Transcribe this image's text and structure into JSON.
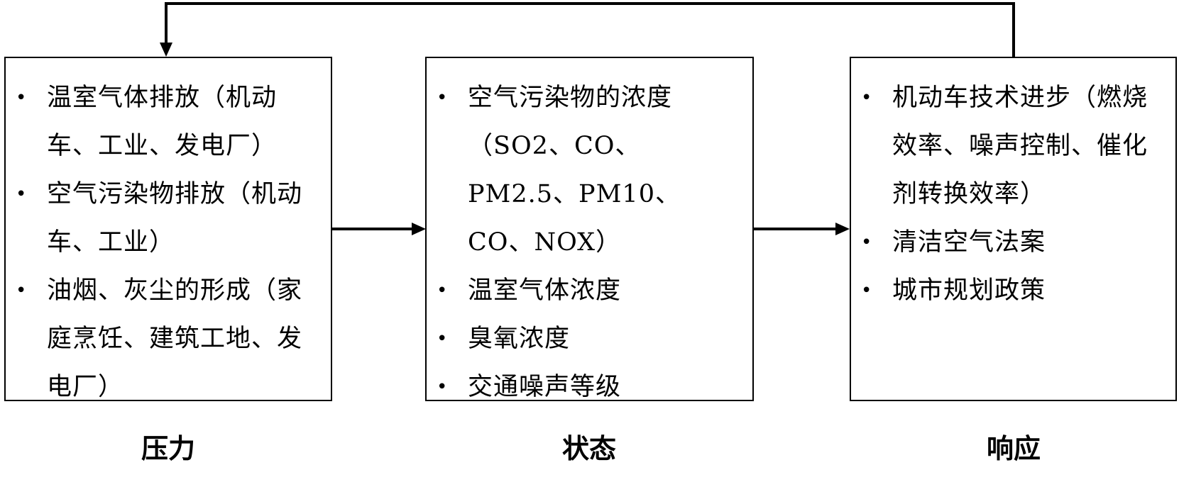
{
  "stages": [
    {
      "id": "pressure",
      "label": "压力",
      "items": [
        "温室气体排放（机动车、工业、发电厂）",
        "空气污染物排放（机动车、工业）",
        "油烟、灰尘的形成（家庭烹饪、建筑工地、发电厂）"
      ]
    },
    {
      "id": "state",
      "label": "状态",
      "items": [
        "空气污染物的浓度（SO2、CO、PM2.5、PM10、CO、NOX）",
        "温室气体浓度",
        "臭氧浓度",
        "交通噪声等级"
      ]
    },
    {
      "id": "response",
      "label": "响应",
      "items": [
        "机动车技术进步（燃烧效率、噪声控制、催化剂转换效率）",
        "清洁空气法案",
        "城市规划政策"
      ]
    }
  ],
  "bullet_symbol": "•"
}
